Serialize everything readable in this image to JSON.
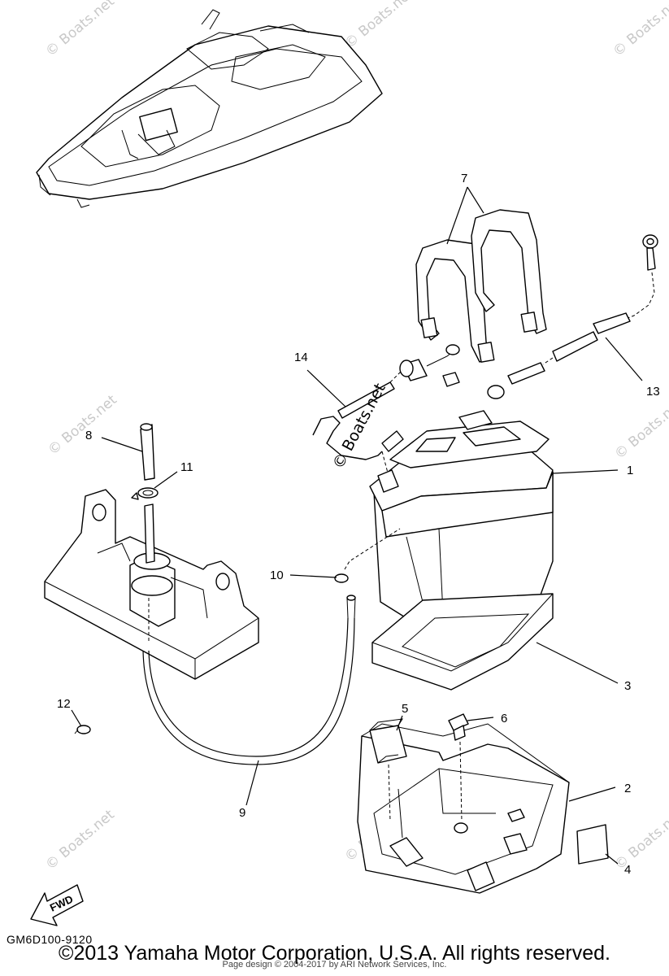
{
  "diagram": {
    "callouts": [
      "1",
      "2",
      "3",
      "4",
      "5",
      "6",
      "7",
      "8",
      "9",
      "10",
      "11",
      "12",
      "13",
      "14"
    ],
    "fwd_label": "FWD",
    "doc_code": "GM6D100-9120",
    "copyright": "©2013 Yamaha Motor Corporation, U.S.A. All rights reserved.",
    "page_credit": "Page design © 2004-2017 by ARI Network Services, Inc.",
    "center_watermark": "© Boats.net",
    "watermark": "© Boats.net"
  }
}
